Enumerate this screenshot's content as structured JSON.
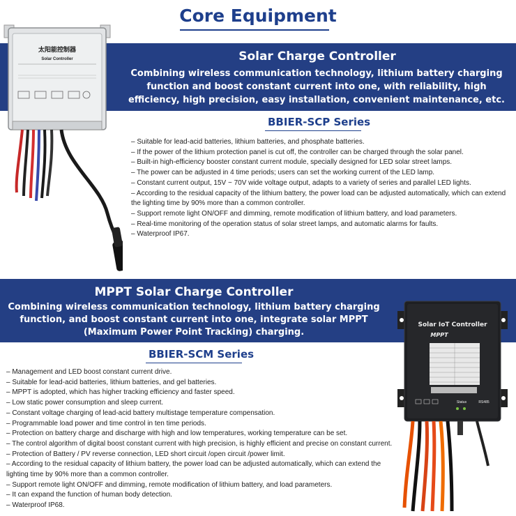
{
  "header": {
    "title": "Core Equipment"
  },
  "scp_section": {
    "heading": "Solar Charge Controller",
    "description": "Combining wireless communication technology, lithium battery charging function and boost constant current into one, with reliability, high efficiency, high precision, easy installation, convenient maintenance, etc.",
    "series_title": "BBIER-SCP Series",
    "features": [
      "– Suitable for lead-acid batteries, lithium batteries, and phosphate batteries.",
      "– If the power of the lithium protection panel is cut off, the controller can be charged through the solar panel.",
      "– Built-in high-efficiency booster constant current module, specially designed for LED solar street lamps.",
      "– The power can be adjusted in 4 time periods; users can set the working current of the LED lamp.",
      "– Constant current output, 15V ~ 70V wide voltage output, adapts to a variety of series and parallel LED lights.",
      "– According to the residual capacity of the lithium battery, the power load can be adjusted automatically, which can extend the lighting time by 90% more than a common controller.",
      "– Support remote light ON/OFF and dimming, remote modification of lithium battery, and load parameters.",
      "– Real-time monitoring of the operation status of solar street lamps, and automatic alarms for faults.",
      "– Waterproof IP67."
    ],
    "device_label_cn": "太阳能控制器",
    "device_label_en": "Solar Controller"
  },
  "scm_section": {
    "heading": "MPPT Solar Charge Controller",
    "description": "Combining wireless communication technology, lithium battery charging function, and boost constant current into one, integrate solar MPPT (Maximum Power Point Tracking) charging.",
    "series_title": "BBIER-SCM Series",
    "features": [
      "– Management and LED boost constant current drive.",
      "– Suitable for lead-acid batteries, lithium batteries, and gel batteries.",
      "– MPPT is adopted, which has higher tracking efficiency and faster speed.",
      "– Low static power consumption and sleep current.",
      "– Constant voltage charging of lead-acid battery multistage temperature compensation.",
      "– Programmable load power and time control in ten time periods.",
      "– Protection on battery charge and discharge with high and low temperatures, working temperature can be set.",
      "– The control algorithm of digital boost constant current with high precision, is highly efficient and precise on constant current.",
      "– Protection of Battery / PV reverse connection, LED short circuit /open circuit /power limit.",
      "– According to the residual capacity of lithium battery, the power load can be adjusted automatically, which can extend the lighting time by 90% more than a common controller.",
      "– Support remote light ON/OFF and dimming, remote modification of lithium battery, and load parameters.",
      "– It can expand the function of human body detection.",
      "– Waterproof IP68."
    ],
    "device_title": "Solar IoT Controller",
    "device_brand": "MPPT",
    "device_status": "Status",
    "device_port": "RS485"
  },
  "colors": {
    "band": "#243f84",
    "title": "#1e3f8c"
  }
}
